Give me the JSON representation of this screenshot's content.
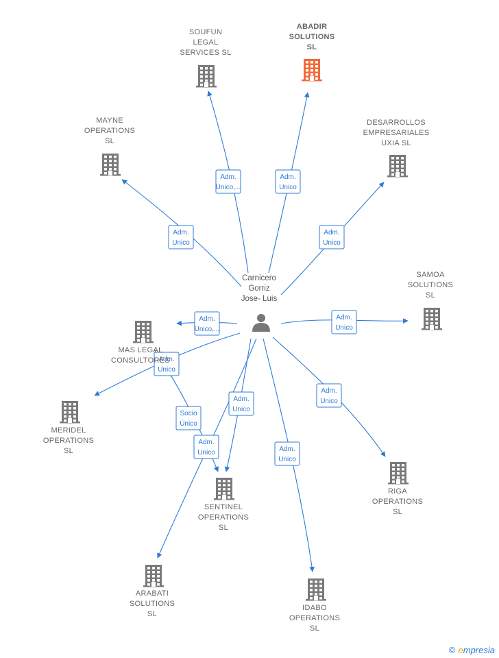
{
  "person": {
    "name_lines": [
      "Carnicero",
      "Gorriz",
      "Jose- Luis"
    ],
    "icon": "person-icon"
  },
  "colors": {
    "edge": "#2e7bd6",
    "building": "#7a7a7a",
    "highlight": "#f26b3a",
    "label": "#666666"
  },
  "companies": [
    {
      "id": "soufun",
      "lines": [
        "SOUFUN",
        "LEGAL",
        "SERVICES  SL"
      ],
      "highlight": false
    },
    {
      "id": "abadir",
      "lines": [
        "ABADIR",
        "SOLUTIONS",
        "SL"
      ],
      "highlight": true
    },
    {
      "id": "mayne",
      "lines": [
        "MAYNE",
        "OPERATIONS",
        "SL"
      ],
      "highlight": false
    },
    {
      "id": "desarrollos",
      "lines": [
        "DESARROLLOS",
        "EMPRESARIALES",
        "UXIA  SL"
      ],
      "highlight": false
    },
    {
      "id": "samoa",
      "lines": [
        "SAMOA",
        "SOLUTIONS",
        "SL"
      ],
      "highlight": false
    },
    {
      "id": "maslegal",
      "lines": [
        "MAS LEGAL",
        "CONSULTORES"
      ],
      "highlight": false
    },
    {
      "id": "meridel",
      "lines": [
        "MERIDEL",
        "OPERATIONS",
        "SL"
      ],
      "highlight": false
    },
    {
      "id": "riga",
      "lines": [
        "RIGA",
        "OPERATIONS",
        "SL"
      ],
      "highlight": false
    },
    {
      "id": "sentinel",
      "lines": [
        "SENTINEL",
        "OPERATIONS",
        "SL"
      ],
      "highlight": false
    },
    {
      "id": "arabati",
      "lines": [
        "ARABATI",
        "SOLUTIONS",
        "SL"
      ],
      "highlight": false
    },
    {
      "id": "idabo",
      "lines": [
        "IDABO",
        "OPERATIONS",
        "SL"
      ],
      "highlight": false
    }
  ],
  "relations": [
    {
      "to": "soufun",
      "lines": [
        "Adm.",
        "Unico,..."
      ]
    },
    {
      "to": "abadir",
      "lines": [
        "Adm.",
        "Unico"
      ]
    },
    {
      "to": "mayne",
      "lines": [
        "Adm.",
        "Unico"
      ]
    },
    {
      "to": "desarrollos",
      "lines": [
        "Adm.",
        "Unico"
      ]
    },
    {
      "to": "samoa",
      "lines": [
        "Adm.",
        "Unico"
      ]
    },
    {
      "to": "maslegal",
      "lines": [
        "Adm.",
        "Unico,..."
      ]
    },
    {
      "to": "meridel",
      "lines": [
        "Adm.",
        "Unico"
      ]
    },
    {
      "to": "sentinel",
      "lines": [
        "Socio",
        "Único"
      ]
    },
    {
      "to": "sentinel",
      "lines": [
        "Adm.",
        "Unico"
      ]
    },
    {
      "to": "sentinel",
      "lines": [
        "Adm.",
        "Unico"
      ]
    },
    {
      "to": "riga",
      "lines": [
        "Adm.",
        "Unico"
      ]
    },
    {
      "to": "idabo",
      "lines": [
        "Adm.",
        "Unico"
      ]
    }
  ],
  "footer": {
    "copyright": "©",
    "brand_initial": "e",
    "brand_rest": "mpresia"
  }
}
